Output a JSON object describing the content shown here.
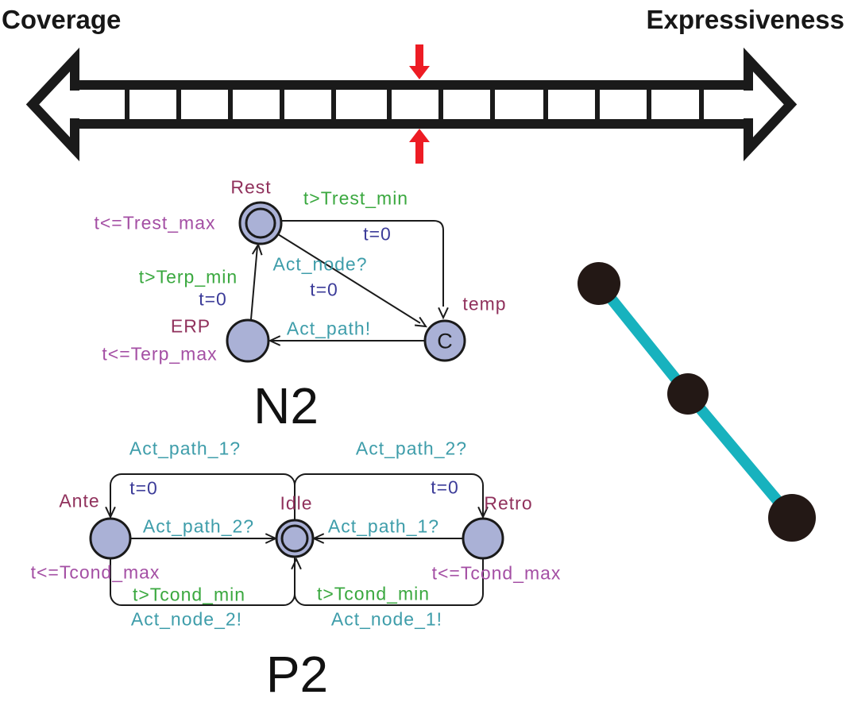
{
  "header": {
    "left_label": "Coverage",
    "right_label": "Expressiveness"
  },
  "spectrum": {
    "type": "double-headed-ladder-arrow",
    "marker": "red arrows pointing at middle cell",
    "rung_count": 12
  },
  "n2": {
    "title": "N2",
    "rest_name": "Rest",
    "rest_inv": "t<=Trest_max",
    "temp_name": "temp",
    "temp_committed_mark": "C",
    "erp_name": "ERP",
    "erp_inv": "t<=Terp_max",
    "t1_guard": "t>Trest_min",
    "t1_update": "t=0",
    "t2_sync": "Act_node?",
    "t2_update": "t=0",
    "t3_sync": "Act_path!",
    "t4_guard": "t>Terp_min",
    "t4_update": "t=0"
  },
  "p2": {
    "title": "P2",
    "ante_name": "Ante",
    "ante_inv": "t<=Tcond_max",
    "idle_name": "Idle",
    "retro_name": "Retro",
    "retro_inv": "t<=Tcond_max",
    "tl_sync": "Act_path_1?",
    "tl_update": "t=0",
    "ml_sync": "Act_path_2?",
    "bl_guard": "t>Tcond_min",
    "bl_sync": "Act_node_2!",
    "tr_sync": "Act_path_2?",
    "tr_update": "t=0",
    "mr_sync": "Act_path_1?",
    "br_guard": "t>Tcond_min",
    "br_sync": "Act_node_1!"
  },
  "path_graph": {
    "node_count": 3,
    "shape": "three dark nodes connected in a diagonal chain"
  },
  "colors": {
    "state_name": "#90315c",
    "invariant": "#a44fa4",
    "guard": "#3aa83f",
    "update": "#3c3c99",
    "sync": "#3e9daa",
    "state_fill": "#aab1d6",
    "edge": "#1a1a1a",
    "red": "#ed1c24",
    "teal_line": "#17b2be",
    "node_dark": "#231815"
  }
}
